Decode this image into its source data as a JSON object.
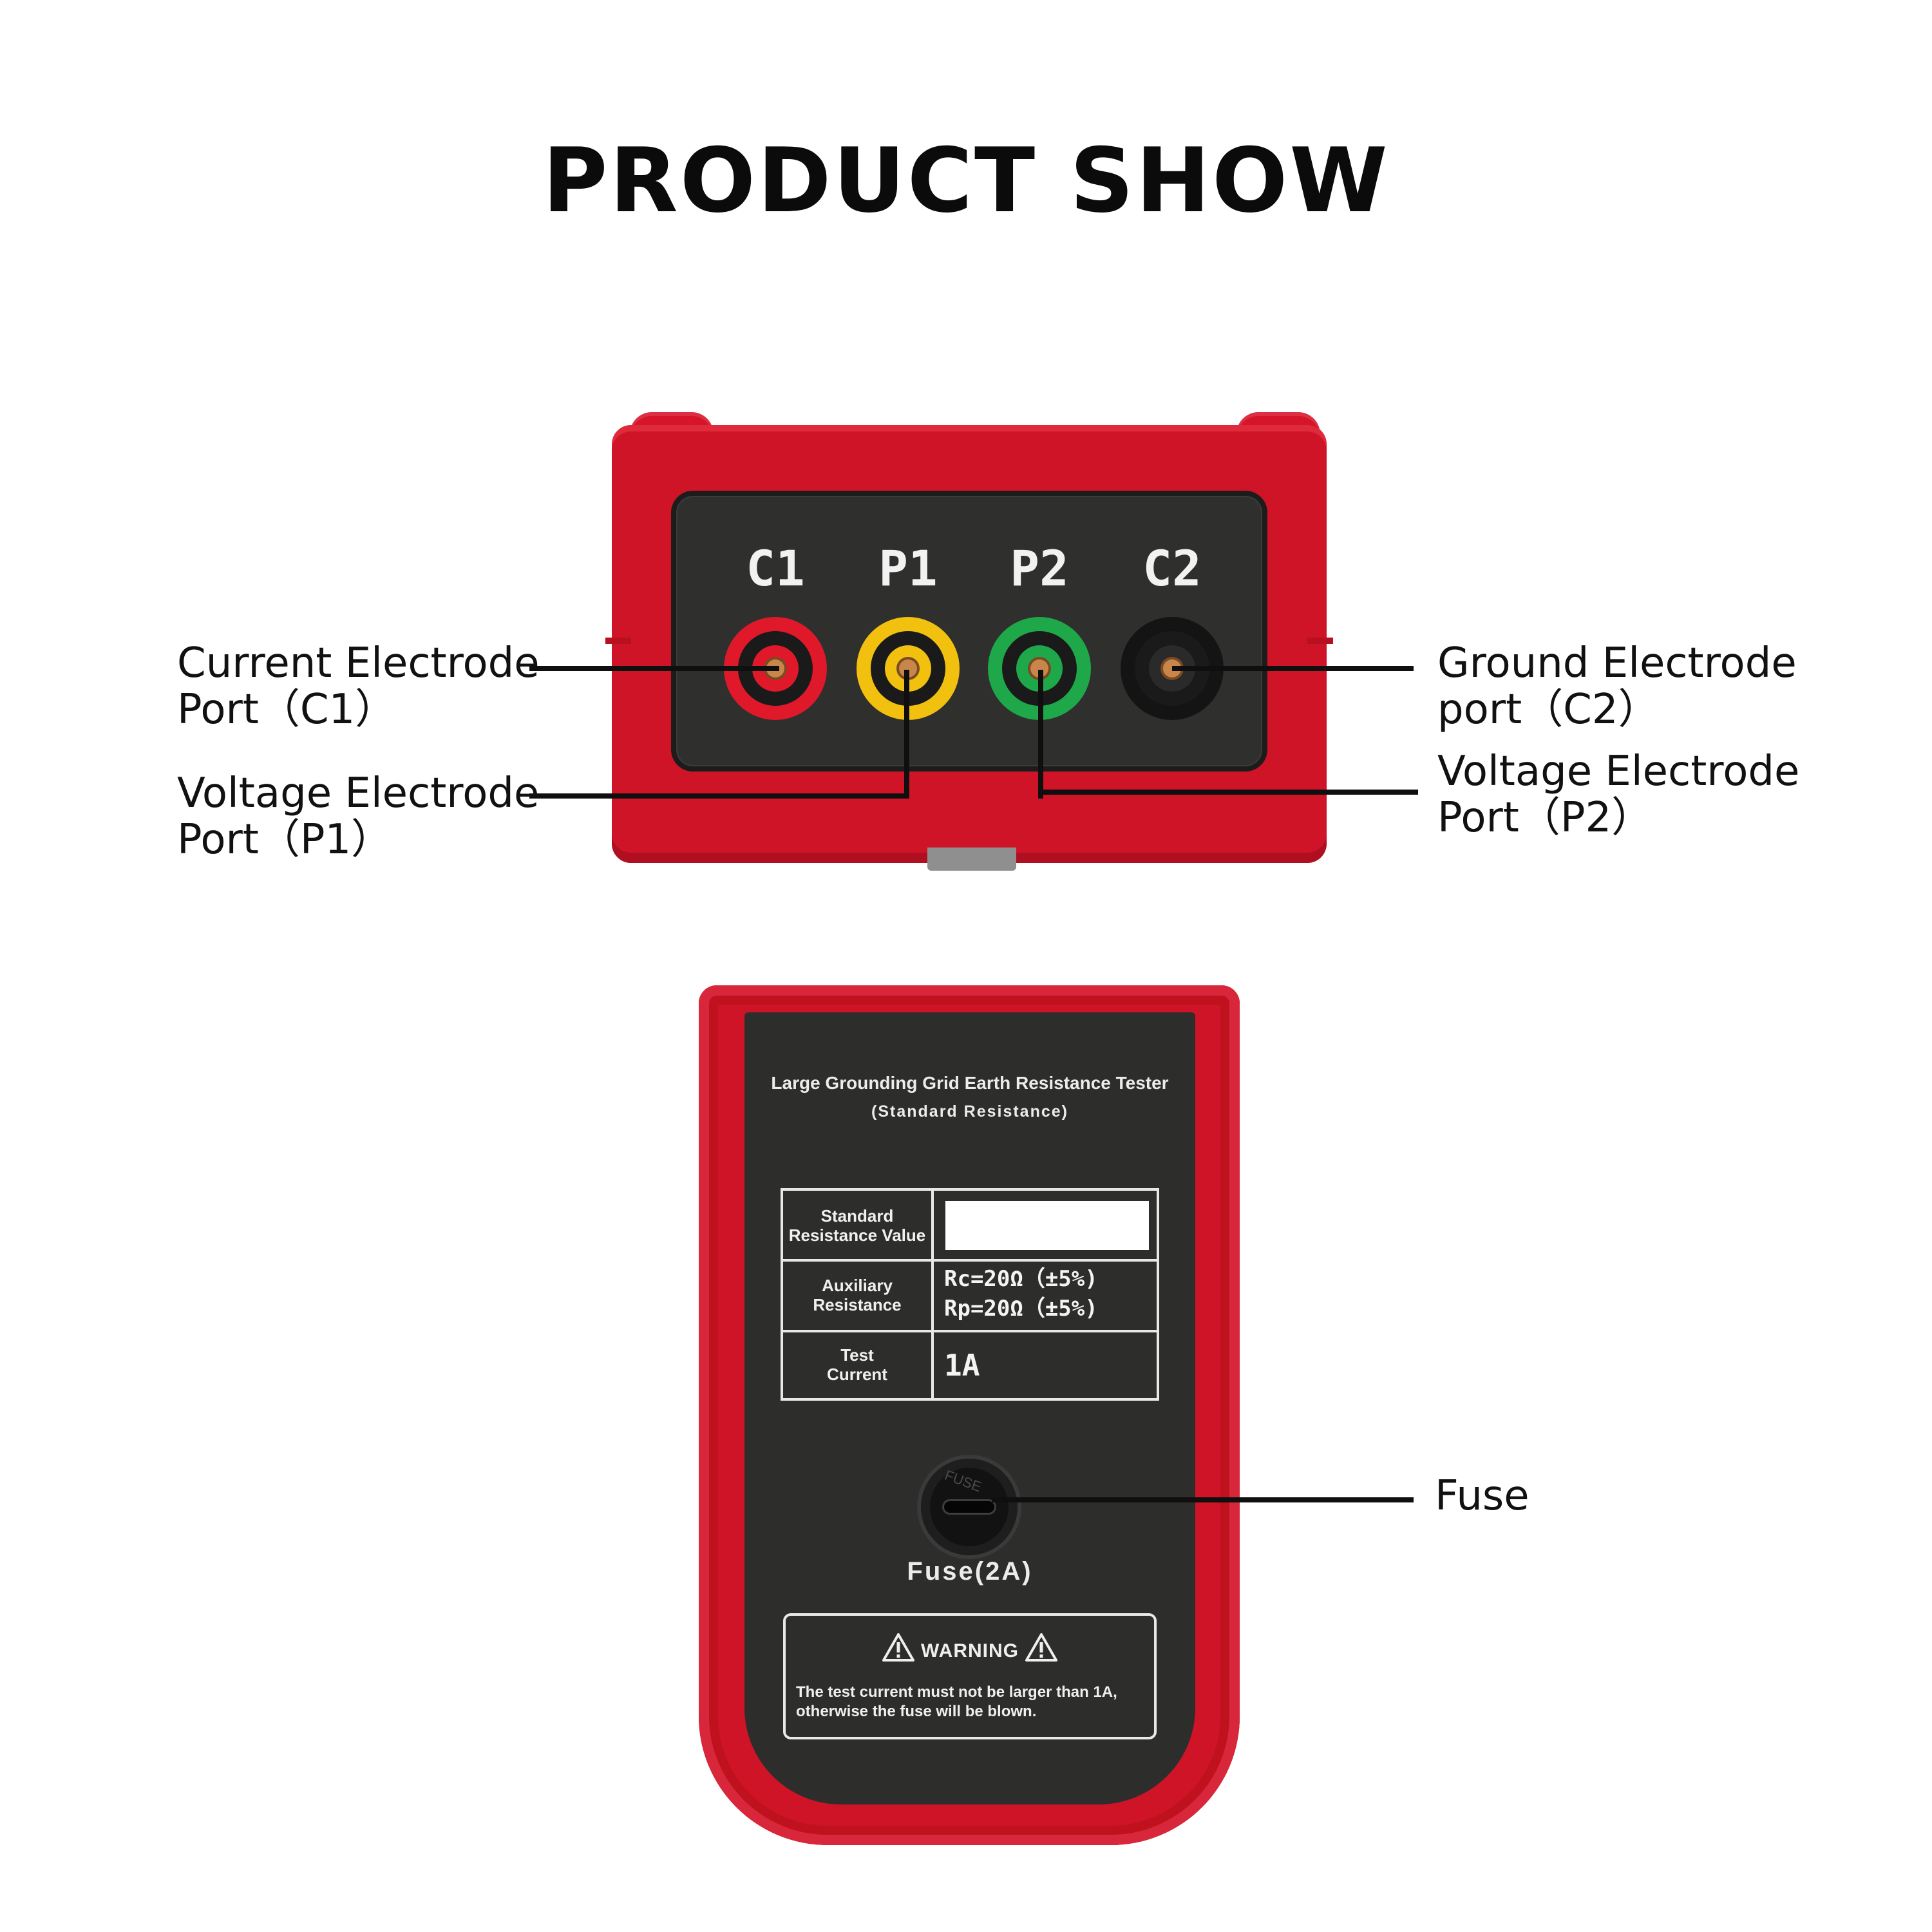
{
  "title": "PRODUCT SHOW",
  "ports": [
    {
      "id": "c1",
      "label": "C1",
      "ring_color": "#e0192a",
      "inner_color": "#e0192a"
    },
    {
      "id": "p1",
      "label": "P1",
      "ring_color": "#f2c00e",
      "inner_color": "#f2c00e"
    },
    {
      "id": "p2",
      "label": "P2",
      "ring_color": "#1fa84a",
      "inner_color": "#1fa84a"
    },
    {
      "id": "c2",
      "label": "C2",
      "ring_color": "#141414",
      "inner_color": "#2a2a2a"
    }
  ],
  "callouts": {
    "c1": {
      "line1": "Current Electrode",
      "line2": "Port（C1）"
    },
    "p1": {
      "line1": "Voltage Electrode",
      "line2": "Port（P1）"
    },
    "c2": {
      "line1": "Ground Electrode",
      "line2": "port（C2）"
    },
    "p2": {
      "line1": "Voltage Electrode",
      "line2": "Port（P2）"
    },
    "fuse": {
      "line1": "Fuse"
    }
  },
  "label_plate": {
    "product_title": "Large Grounding Grid Earth Resistance Tester",
    "product_subtitle": "(Standard Resistance)",
    "spec_rows": [
      {
        "key_line1": "Standard",
        "key_line2": "Resistance Value",
        "value": ""
      },
      {
        "key_line1": "Auxiliary",
        "key_line2": "Resistance",
        "value_line1": "Rc=20Ω（±5%)",
        "value_line2": "Rp=20Ω（±5%)"
      },
      {
        "key_line1": "Test",
        "key_line2": "Current",
        "value": "1A"
      }
    ],
    "fuse_engraving": "FUSE",
    "fuse_caption": "Fuse(2A)",
    "warning_title": "WARNING",
    "warning_line1": "The test current must not be larger than 1A,",
    "warning_line2": "otherwise the fuse will be blown."
  },
  "colors": {
    "device_red": "#cf1428",
    "panel_dark": "#2d2d2c"
  }
}
